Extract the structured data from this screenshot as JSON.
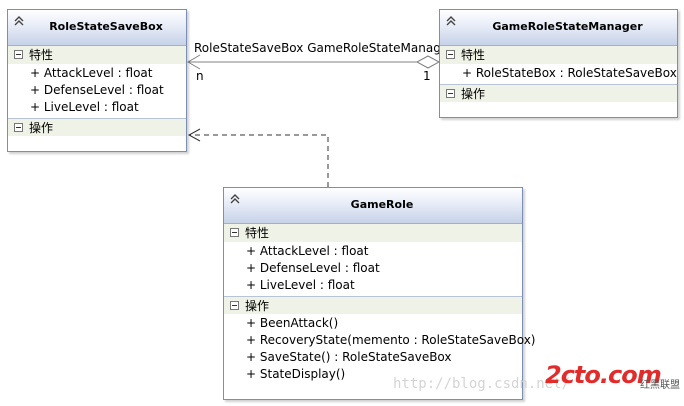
{
  "classes": {
    "role_state_save_box": {
      "name": "RoleStateSaveBox",
      "attributes_label": "特性",
      "attributes": [
        "+ AttackLevel : float",
        "+ DefenseLevel : float",
        "+ LiveLevel : float"
      ],
      "operations_label": "操作",
      "operations": []
    },
    "game_role_state_manager": {
      "name": "GameRoleStateManager",
      "attributes_label": "特性",
      "attributes": [
        "+ RoleStateBox : RoleStateSaveBox"
      ],
      "operations_label": "操作",
      "operations": []
    },
    "game_role": {
      "name": "GameRole",
      "attributes_label": "特性",
      "attributes": [
        "+ AttackLevel : float",
        "+ DefenseLevel : float",
        "+ LiveLevel : float"
      ],
      "operations_label": "操作",
      "operations": [
        "+ BeenAttack()",
        "+ RecoveryState(memento : RoleStateSaveBox)",
        "+ SaveState() : RoleStateSaveBox",
        "+ StateDisplay()"
      ]
    }
  },
  "relationships": {
    "aggregation": {
      "label": "RoleStateSaveBox GameRoleStateManager",
      "source_multiplicity": "n",
      "target_multiplicity": "1"
    }
  },
  "watermark": {
    "url_text": "http://blog.csdn.net/",
    "logo_text": "2cto.com",
    "logo_subtext": "红黑联盟"
  },
  "colors": {
    "header_gradient_bottom": "#c7d2e8",
    "border": "#7b8fb6",
    "section_bg": "#eff2e6",
    "logo_red": "#e22b2b"
  }
}
